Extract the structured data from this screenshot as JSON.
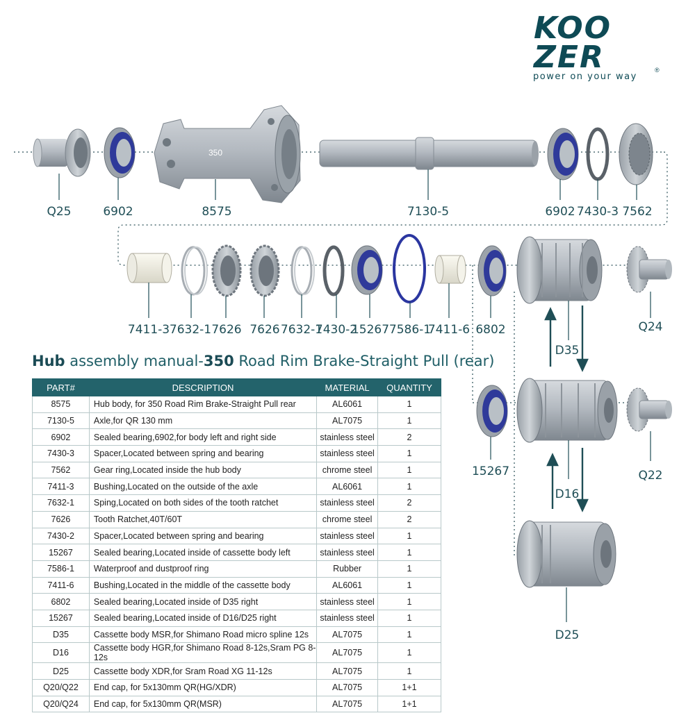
{
  "brand": {
    "word_line1": "KOO",
    "word_line2": "ZER",
    "tagline": "power on your way",
    "reg": "®"
  },
  "hub_marking": "350",
  "part_labels": {
    "q25": "Q25",
    "b6902_left": "6902",
    "p8575": "8575",
    "p7130_5": "7130-5",
    "b6902_right": "6902",
    "p7430_3": "7430-3",
    "p7562": "7562",
    "p7411_3": "7411-3",
    "p7632_1_a": "7632-1",
    "p7626_a": "7626",
    "p7626_b": "7626",
    "p7632_1_b": "7632-1",
    "p7430_2": "7430-2",
    "p15267_a": "15267",
    "p7586_1": "7586-1",
    "p7411_6": "7411-6",
    "p6802": "6802",
    "q24": "Q24",
    "d35": "D35",
    "p15267_b": "15267",
    "q22": "Q22",
    "d16": "D16",
    "d25": "D25"
  },
  "manual": {
    "title_bold": "Hub",
    "title_mid": " assembly manual-",
    "title_num": "350",
    "title_rest": " Road Rim Brake-Straight Pull (rear)"
  },
  "table": {
    "headers": [
      "PART#",
      "DESCRIPTION",
      "MATERIAL",
      "QUANTITY"
    ],
    "rows": [
      [
        "8575",
        "Hub body, for 350 Road Rim Brake-Straight Pull rear",
        "AL6061",
        "1"
      ],
      [
        "7130-5",
        "Axle,for QR 130 mm",
        "AL7075",
        "1"
      ],
      [
        "6902",
        "Sealed bearing,6902,for body left and right side",
        "stainless steel",
        "2"
      ],
      [
        "7430-3",
        "Spacer,Located between spring and bearing",
        "stainless steel",
        "1"
      ],
      [
        "7562",
        "Gear ring,Located inside the hub body",
        "chrome steel",
        "1"
      ],
      [
        "7411-3",
        "Bushing,Located on the outside of the axle",
        "AL6061",
        "1"
      ],
      [
        "7632-1",
        "Sping,Located on both sides of the tooth ratchet",
        "stainless steel",
        "2"
      ],
      [
        "7626",
        "Tooth Ratchet,40T/60T",
        "chrome steel",
        "2"
      ],
      [
        "7430-2",
        "Spacer,Located between spring and bearing",
        "stainless steel",
        "1"
      ],
      [
        "15267",
        "Sealed bearing,Located inside of cassette body left",
        "stainless steel",
        "1"
      ],
      [
        "7586-1",
        "Waterproof and dustproof ring",
        "Rubber",
        "1"
      ],
      [
        "7411-6",
        "Bushing,Located in the middle of the cassette body",
        "AL6061",
        "1"
      ],
      [
        "6802",
        "Sealed bearing,Located inside of D35 right",
        "stainless steel",
        "1"
      ],
      [
        "15267",
        "Sealed bearing,Located inside of D16/D25 right",
        "stainless steel",
        "1"
      ],
      [
        "D35",
        "Cassette body MSR,for Shimano Road micro spline 12s",
        "AL7075",
        "1"
      ],
      [
        "D16",
        "Cassette body HGR,for Shimano Road 8-12s,Sram PG 8-12s",
        "AL7075",
        "1"
      ],
      [
        "D25",
        "Cassette body XDR,for Sram Road XG 11-12s",
        "AL7075",
        "1"
      ],
      [
        "Q20/Q22",
        "End cap, for 5x130mm QR(HG/XDR)",
        "AL7075",
        "1+1"
      ],
      [
        "Q20/Q24",
        "End cap, for 5x130mm QR(MSR)",
        "AL7075",
        "1+1"
      ]
    ]
  },
  "colors": {
    "brand": "#0e4a55",
    "header_bg": "#23636b",
    "bearing_seal": "#2f3a9a",
    "metal": "#aab1b8"
  }
}
